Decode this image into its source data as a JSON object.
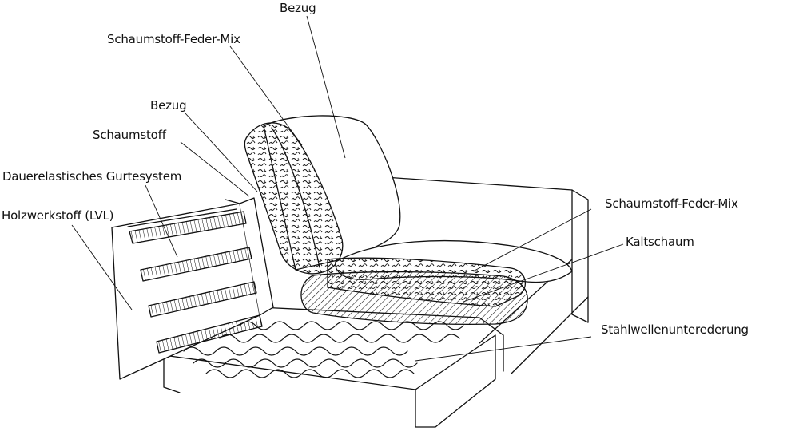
{
  "colors": {
    "ink": "#111111",
    "background": "#ffffff"
  },
  "labels": {
    "bezug_top": "Bezug",
    "schaumstoff_feder_mix_left": "Schaumstoff-Feder-Mix",
    "bezug_left": "Bezug",
    "schaumstoff": "Schaumstoff",
    "gurtesystem": "Dauerelastisches Gurtesystem",
    "holzwerkstoff": "Holzwerkstoff (LVL)",
    "schaumstoff_feder_mix_right": "Schaumstoff-Feder-Mix",
    "kaltschaum": "Kaltschaum",
    "stahlwellen": "Stahlwellenunterederung"
  }
}
